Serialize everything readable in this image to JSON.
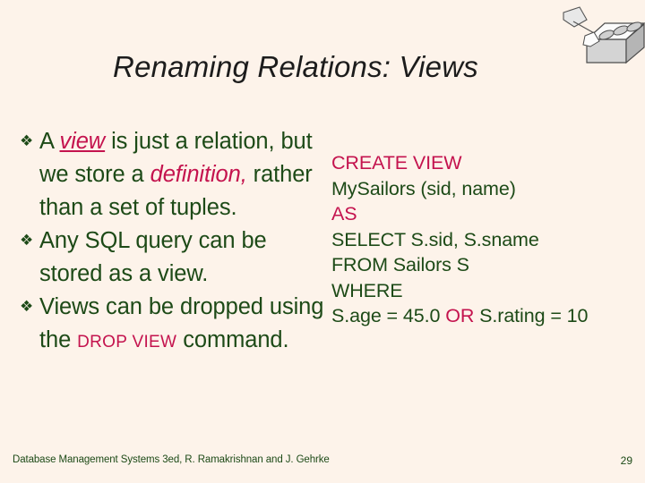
{
  "slide": {
    "title": "Renaming Relations: Views",
    "background_color": "#fdf3ea",
    "body_color": "#1d4a17",
    "accent_color": "#c4134e",
    "title_color": "#1c1c1c"
  },
  "decoration": {
    "icon_name": "concrete-block-and-trowel-graphic",
    "block_face_color": "#ffffff",
    "block_side_color": "#bfbfbf",
    "block_front_color": "#d9d9d9",
    "outline_color": "#4d4d4d"
  },
  "bullets": [
    {
      "marker": "❖",
      "segments": [
        {
          "text": "A ",
          "style": "normal"
        },
        {
          "text": "view",
          "style": "accent-underline"
        },
        {
          "text": " is just a relation, but we store a ",
          "style": "normal"
        },
        {
          "text": "definition,",
          "style": "accent-italic"
        },
        {
          "text": " rather than a set of tuples.",
          "style": "normal"
        }
      ]
    },
    {
      "marker": "❖",
      "segments": [
        {
          "text": "Any SQL query can be stored as a view.",
          "style": "normal"
        }
      ]
    },
    {
      "marker": "❖",
      "segments": [
        {
          "text": "Views can be dropped using the ",
          "style": "normal"
        },
        {
          "text": "DROP VIEW",
          "style": "accent-smallcaps"
        },
        {
          "text": " command.",
          "style": "normal"
        }
      ]
    }
  ],
  "sql": {
    "lines": [
      [
        {
          "text": "CREATE  VIEW",
          "style": "accent"
        }
      ],
      [
        {
          "text": " MySailors (sid, name)",
          "style": "normal"
        }
      ],
      [
        {
          "text": "AS",
          "style": "accent"
        }
      ],
      [
        {
          "text": "SELECT  S.sid, S.sname",
          "style": "normal"
        }
      ],
      [
        {
          "text": "FROM  Sailors S",
          "style": "normal"
        }
      ],
      [
        {
          "text": "WHERE",
          "style": "normal"
        }
      ],
      [
        {
          "text": "S.age = 45.0 ",
          "style": "normal"
        },
        {
          "text": "OR",
          "style": "accent"
        },
        {
          "text": " S.rating  = 10",
          "style": "normal"
        }
      ]
    ]
  },
  "footer": {
    "credit": "Database Management Systems 3ed, R. Ramakrishnan and J. Gehrke",
    "page_number": "29"
  }
}
